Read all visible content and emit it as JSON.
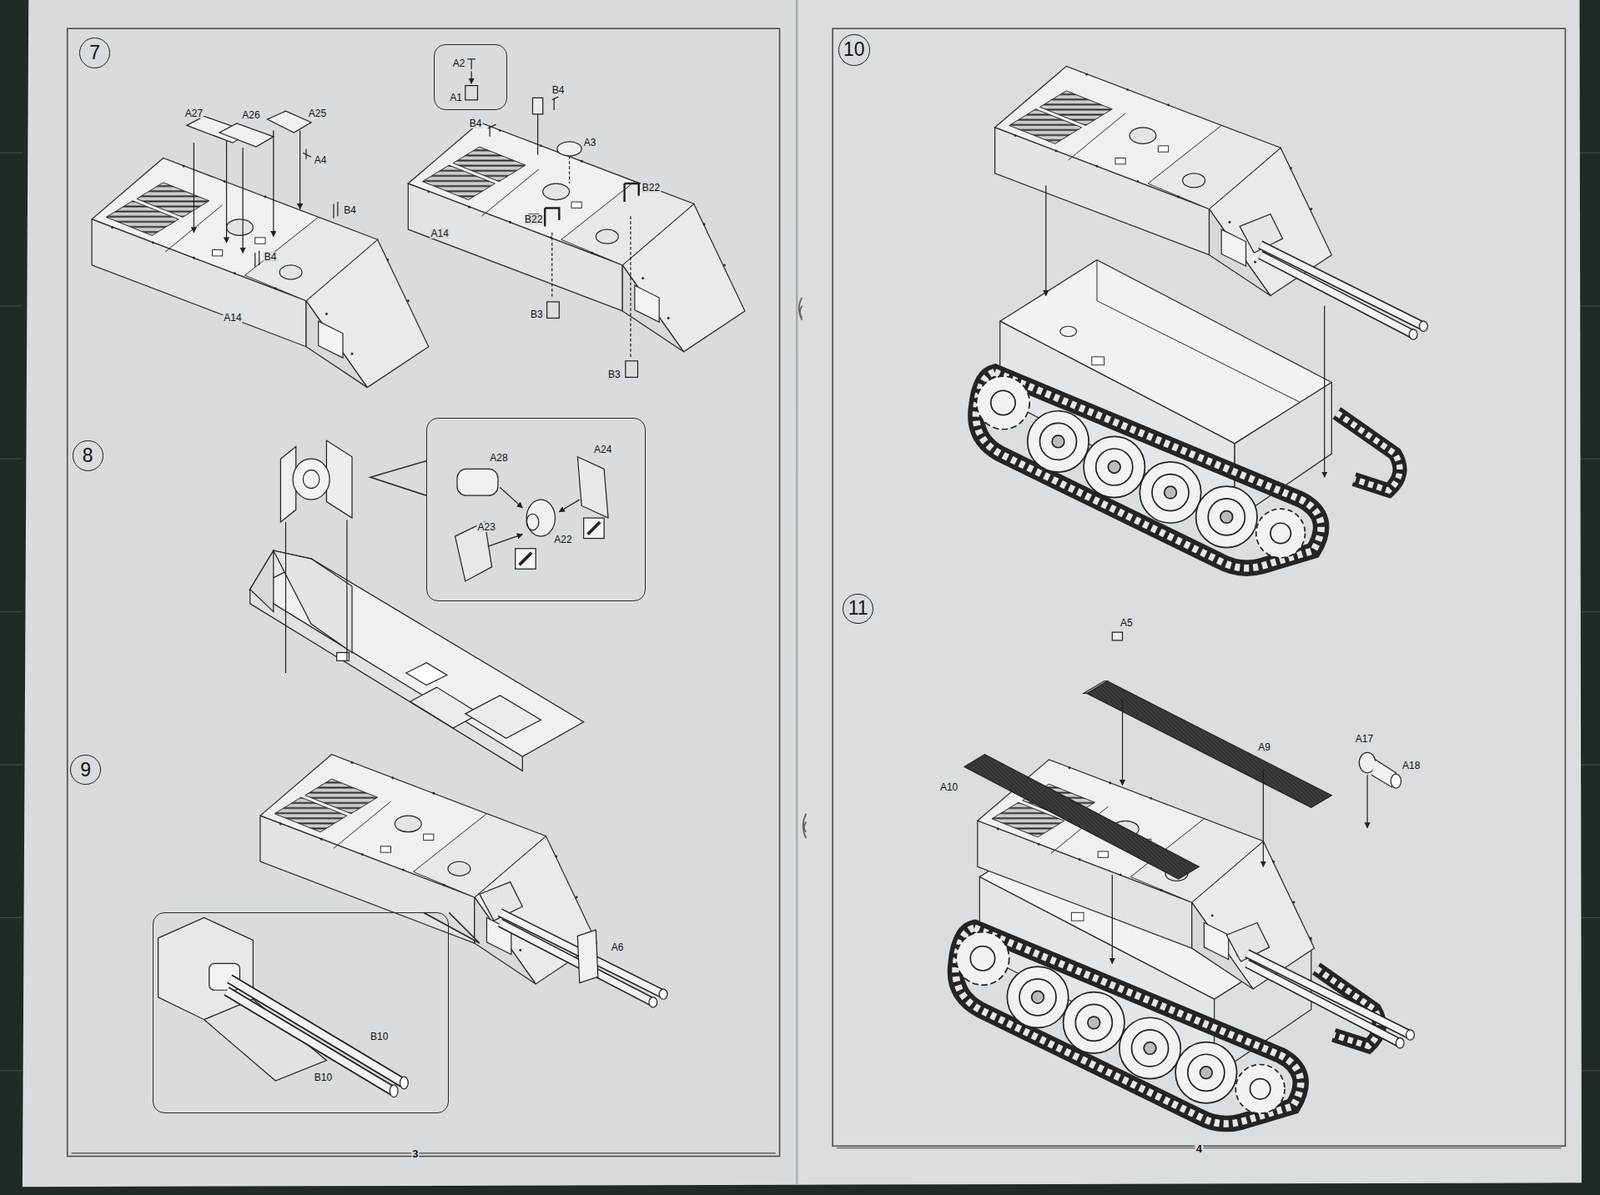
{
  "diagram": {
    "nodes": [
      {
        "text": [
          "7"
        ]
      },
      {
        "text": [
          "A2",
          "A1"
        ]
      },
      {
        "text": [
          "8"
        ]
      },
      {
        "text": [
          "A28",
          "A24",
          "A23",
          "A22"
        ]
      },
      {
        "text": [
          "9"
        ]
      },
      {
        "text": [
          "B10",
          "B10"
        ]
      },
      {
        "text": [
          "10"
        ]
      },
      {
        "text": [
          "11"
        ]
      }
    ],
    "labels": [
      "A27",
      "A26",
      "A25",
      "A4",
      "B4",
      "B4",
      "A14",
      "B4",
      "B4",
      "A3",
      "B22",
      "B22",
      "A14",
      "B3",
      "B3",
      "A6",
      "3",
      "A5",
      "A9",
      "A10",
      "A17",
      "A18",
      "4"
    ]
  }
}
